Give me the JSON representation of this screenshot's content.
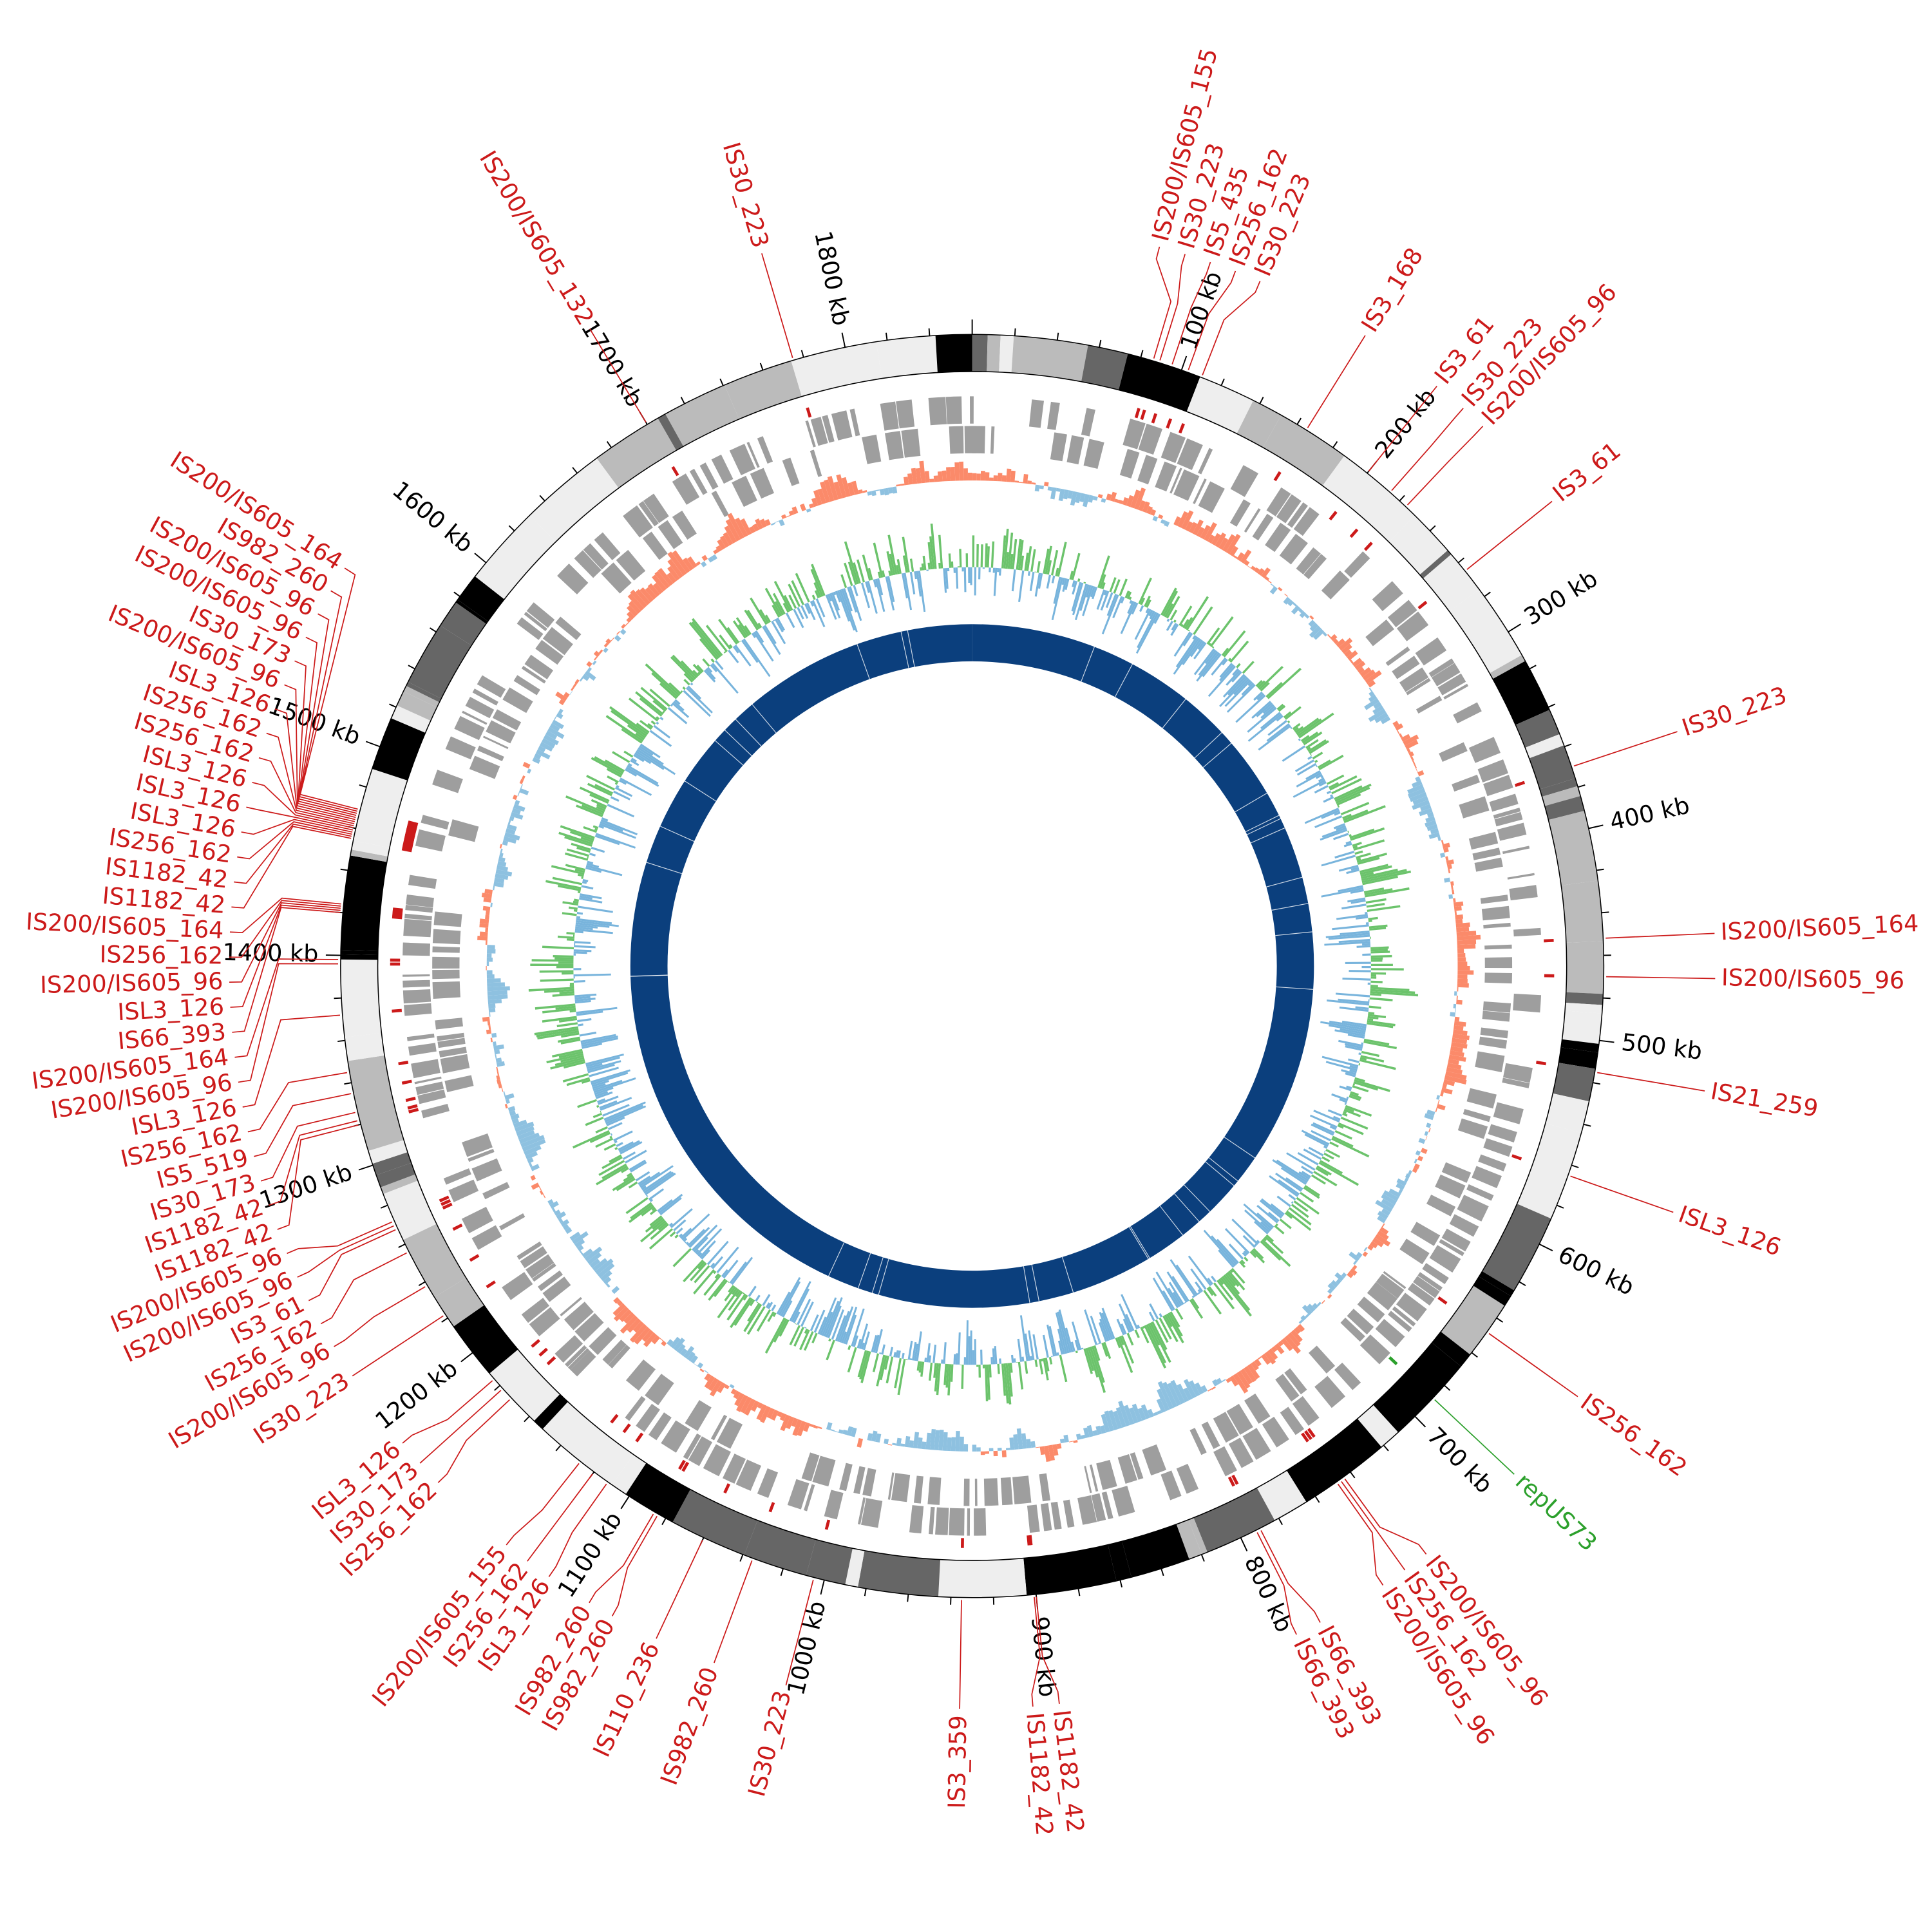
{
  "chart_data": {
    "type": "circular-genome",
    "title": "",
    "genome_length_kb": 1860,
    "tick_labels": [
      {
        "kb": 100,
        "label": "100 kb"
      },
      {
        "kb": 200,
        "label": "200 kb"
      },
      {
        "kb": 300,
        "label": "300 kb"
      },
      {
        "kb": 400,
        "label": "400 kb"
      },
      {
        "kb": 500,
        "label": "500 kb"
      },
      {
        "kb": 600,
        "label": "600 kb"
      },
      {
        "kb": 700,
        "label": "700 kb"
      },
      {
        "kb": 800,
        "label": "800 kb"
      },
      {
        "kb": 900,
        "label": "900 kb"
      },
      {
        "kb": 1000,
        "label": "1000 kb"
      },
      {
        "kb": 1100,
        "label": "1100 kb"
      },
      {
        "kb": 1200,
        "label": "1200 kb"
      },
      {
        "kb": 1300,
        "label": "1300 kb"
      },
      {
        "kb": 1400,
        "label": "1400 kb"
      },
      {
        "kb": 1500,
        "label": "1500 kb"
      },
      {
        "kb": 1600,
        "label": "1600 kb"
      },
      {
        "kb": 1700,
        "label": "1700 kb"
      },
      {
        "kb": 1800,
        "label": "1800 kb"
      }
    ],
    "colors": {
      "is_element": "#cc1a1a",
      "replicon": "#2ca02c",
      "gene": "#9e9e9e",
      "skew_pos": "#fb8a6a",
      "skew_neg": "#8ec1e0",
      "gc_pos": "#6cc36c",
      "gc_neg": "#78b4dc",
      "inner_ring": "#0b3f7d"
    },
    "features": [
      {
        "label": "IS200/IS605_155",
        "kb": 86,
        "kind": "is"
      },
      {
        "label": "IS30_223",
        "kb": 89,
        "kind": "is"
      },
      {
        "label": "IS5_435",
        "kb": 95,
        "kind": "is"
      },
      {
        "label": "IS256_162",
        "kb": 103,
        "kind": "is"
      },
      {
        "label": "IS30_223",
        "kb": 110,
        "kind": "is"
      },
      {
        "label": "IS3_168",
        "kb": 165,
        "kind": "is"
      },
      {
        "label": "IS3_61",
        "kb": 200,
        "kind": "is"
      },
      {
        "label": "IS30_223",
        "kb": 214,
        "kind": "is"
      },
      {
        "label": "IS200/IS605_96",
        "kb": 224,
        "kind": "is"
      },
      {
        "label": "IS3_61",
        "kb": 265,
        "kind": "is"
      },
      {
        "label": "IS30_223",
        "kb": 370,
        "kind": "is"
      },
      {
        "label": "IS200/IS605_164",
        "kb": 452,
        "kind": "is"
      },
      {
        "label": "IS200/IS605_96",
        "kb": 470,
        "kind": "is"
      },
      {
        "label": "IS21_259",
        "kb": 515,
        "kind": "is"
      },
      {
        "label": "ISL3_126",
        "kb": 565,
        "kind": "is"
      },
      {
        "label": "IS256_162",
        "kb": 648,
        "kind": "is"
      },
      {
        "label": "repUS73",
        "kb": 688,
        "kind": "rep"
      },
      {
        "label": "IS200/IS605_96",
        "kb": 744,
        "kind": "is"
      },
      {
        "label": "IS256_162",
        "kb": 746,
        "kind": "is"
      },
      {
        "label": "IS200/IS605_96",
        "kb": 748,
        "kind": "is"
      },
      {
        "label": "IS66_393",
        "kb": 790,
        "kind": "is"
      },
      {
        "label": "IS66_393",
        "kb": 792,
        "kind": "is"
      },
      {
        "label": "IS1182_42",
        "kb": 900,
        "kind": "is"
      },
      {
        "label": "IS1182_42",
        "kb": 901,
        "kind": "is"
      },
      {
        "label": "IS3_359",
        "kb": 935,
        "kind": "is"
      },
      {
        "label": "IS30_223",
        "kb": 1005,
        "kind": "is"
      },
      {
        "label": "IS982_260",
        "kb": 1035,
        "kind": "is"
      },
      {
        "label": "IS110_236",
        "kb": 1060,
        "kind": "is"
      },
      {
        "label": "IS982_260",
        "kb": 1084,
        "kind": "is"
      },
      {
        "label": "IS982_260",
        "kb": 1086,
        "kind": "is"
      },
      {
        "label": "ISL3_126",
        "kb": 1112,
        "kind": "is"
      },
      {
        "label": "IS256_162",
        "kb": 1120,
        "kind": "is"
      },
      {
        "label": "IS200/IS605_155",
        "kb": 1128,
        "kind": "is"
      },
      {
        "label": "IS256_162",
        "kb": 1172,
        "kind": "is"
      },
      {
        "label": "IS30_173",
        "kb": 1178,
        "kind": "is"
      },
      {
        "label": "ISL3_126",
        "kb": 1184,
        "kind": "is"
      },
      {
        "label": "IS30_223",
        "kb": 1222,
        "kind": "is"
      },
      {
        "label": "IS200/IS605_96",
        "kb": 1238,
        "kind": "is"
      },
      {
        "label": "IS256_162",
        "kb": 1256,
        "kind": "is"
      },
      {
        "label": "IS3_61",
        "kb": 1268,
        "kind": "is"
      },
      {
        "label": "IS200/IS605_96",
        "kb": 1270,
        "kind": "is"
      },
      {
        "label": "IS200/IS605_96",
        "kb": 1272,
        "kind": "is"
      },
      {
        "label": "IS1182_42",
        "kb": 1320,
        "kind": "is"
      },
      {
        "label": "IS1182_42",
        "kb": 1322,
        "kind": "is"
      },
      {
        "label": "IS30_173",
        "kb": 1326,
        "kind": "is"
      },
      {
        "label": "IS5_519",
        "kb": 1335,
        "kind": "is"
      },
      {
        "label": "IS256_162",
        "kb": 1345,
        "kind": "is"
      },
      {
        "label": "ISL3_126",
        "kb": 1372,
        "kind": "is"
      },
      {
        "label": "IS200/IS605_96",
        "kb": 1396,
        "kind": "is"
      },
      {
        "label": "IS200/IS605_164",
        "kb": 1398,
        "kind": "is"
      },
      {
        "label": "IS66_393",
        "kb": 1420,
        "kind": "is"
      },
      {
        "label": "ISL3_126",
        "kb": 1421,
        "kind": "is"
      },
      {
        "label": "IS200/IS605_96",
        "kb": 1422,
        "kind": "is"
      },
      {
        "label": "IS256_162",
        "kb": 1423,
        "kind": "is"
      },
      {
        "label": "IS200/IS605_164",
        "kb": 1424,
        "kind": "is"
      },
      {
        "label": "IS1182_42",
        "kb": 1455,
        "kind": "is"
      },
      {
        "label": "IS1182_42",
        "kb": 1456,
        "kind": "is"
      },
      {
        "label": "IS256_162",
        "kb": 1457,
        "kind": "is"
      },
      {
        "label": "ISL3_126",
        "kb": 1458,
        "kind": "is"
      },
      {
        "label": "ISL3_126",
        "kb": 1459,
        "kind": "is"
      },
      {
        "label": "ISL3_126",
        "kb": 1460,
        "kind": "is"
      },
      {
        "label": "IS256_162",
        "kb": 1461,
        "kind": "is"
      },
      {
        "label": "IS256_162",
        "kb": 1462,
        "kind": "is"
      },
      {
        "label": "ISL3_126",
        "kb": 1463,
        "kind": "is"
      },
      {
        "label": "IS200/IS605_96",
        "kb": 1464,
        "kind": "is"
      },
      {
        "label": "IS30_173",
        "kb": 1465,
        "kind": "is"
      },
      {
        "label": "IS200/IS605_96",
        "kb": 1466,
        "kind": "is"
      },
      {
        "label": "IS200/IS605_96",
        "kb": 1467,
        "kind": "is"
      },
      {
        "label": "IS982_260",
        "kb": 1468,
        "kind": "is"
      },
      {
        "label": "IS200/IS605_164",
        "kb": 1469,
        "kind": "is"
      },
      {
        "label": "IS200/IS605_132",
        "kb": 1700,
        "kind": "is"
      },
      {
        "label": "IS30_223",
        "kb": 1775,
        "kind": "is"
      }
    ]
  }
}
